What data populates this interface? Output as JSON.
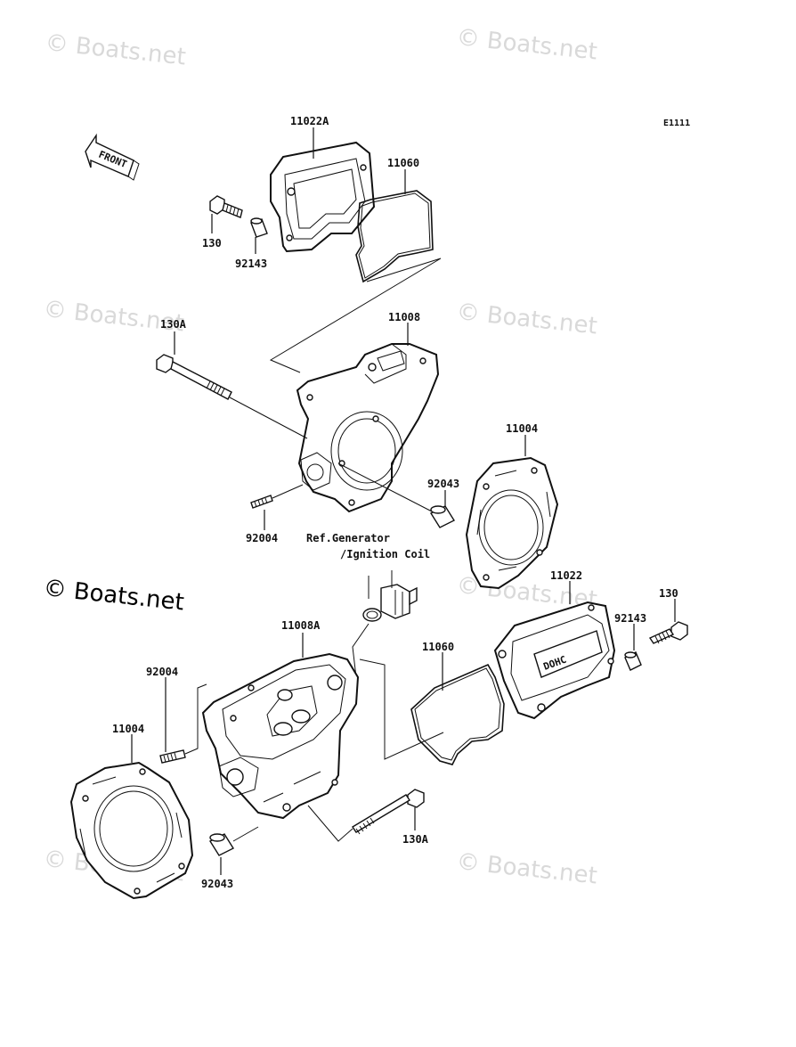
{
  "diagram": {
    "code": "E1111",
    "front_label": "FRONT",
    "ref_note_line1": "Ref.Generator",
    "ref_note_line2": "/Ignition Coil",
    "watermark": "© Boats.net",
    "watermark_main": "© Boats.net"
  },
  "labels": {
    "p11022A": "11022A",
    "p11060_top": "11060",
    "p130_top": "130",
    "p92143_top": "92143",
    "p130A_top": "130A",
    "p11008": "11008",
    "p11004_right": "11004",
    "p92043_top": "92043",
    "p92004_top": "92004",
    "p11022": "11022",
    "p130_right": "130",
    "p92143_right": "92143",
    "p11008A": "11008A",
    "p11060_mid": "11060",
    "p92004_left": "92004",
    "p11004_left": "11004",
    "p130A_bottom": "130A",
    "p92043_bottom": "92043"
  }
}
